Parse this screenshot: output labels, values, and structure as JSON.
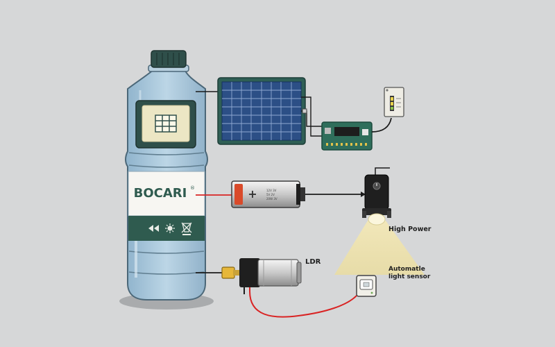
{
  "bottle": {
    "brand": "BOCARI",
    "trademark": "®",
    "icons": [
      "play-back-icon",
      "sun-icon",
      "recycle-bin-icon"
    ]
  },
  "battery": {
    "plus_sign": "+",
    "small_print": [
      "12V 3V",
      "5V 2V",
      "20W 3V"
    ]
  },
  "labels": {
    "high_power": "High Power",
    "ldr": "LDR",
    "sensor_line1": "Automatle",
    "sensor_line2": "light sensor"
  },
  "colors": {
    "background": "#d6d7d8",
    "bottle_water": "#a9c8dc",
    "label_green": "#2f5b4f",
    "cap": "#2f4f4a",
    "solar_cell": "#2c4f86",
    "pcb": "#2f6e5b",
    "wire_red": "#d92323",
    "wire_black": "#1a1a1a",
    "light_beam": "#efe2ad",
    "motor_yellow": "#e6b73a"
  }
}
